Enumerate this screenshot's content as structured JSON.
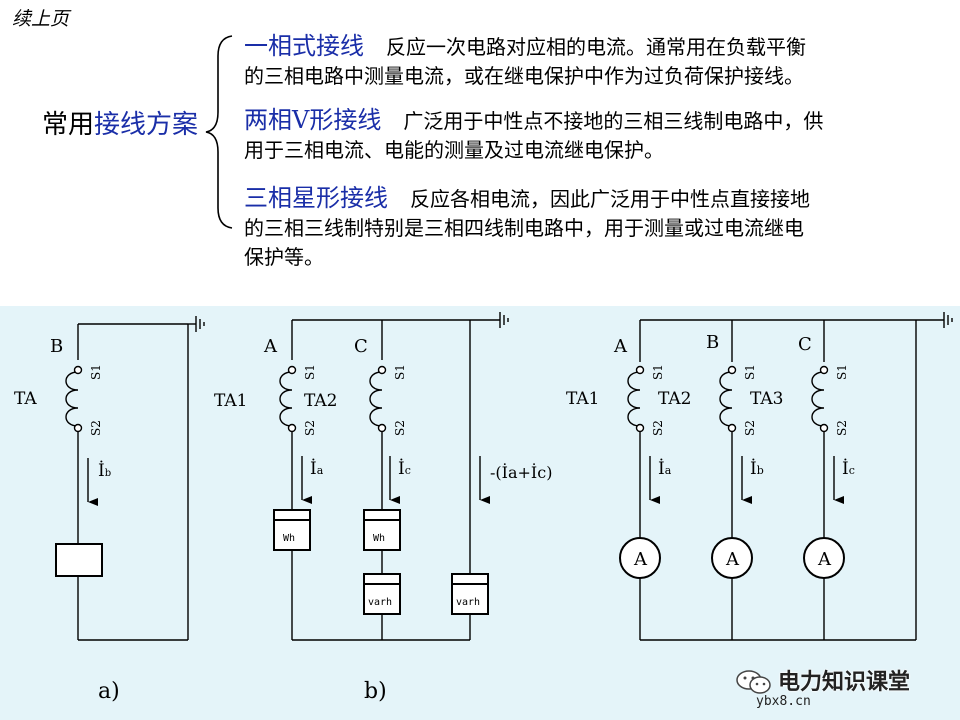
{
  "continued": "续上页",
  "heading": {
    "prefix": "常用",
    "highlight": "接线方案"
  },
  "schemes": [
    {
      "name": "一相式接线",
      "line1": "反应一次电路对应相的电流。通常用在负载平衡",
      "line2": "的三相电路中测量电流，或在继电保护中作为过负荷保护接线。"
    },
    {
      "name": "两相V形接线",
      "line1": "广泛用于中性点不接地的三相三线制电路中，供",
      "line2": "用于三相电流、电能的测量及过电流继电保护。"
    },
    {
      "name": "三相星形接线",
      "line1": "反应各相电流，因此广泛用于中性点直接接地",
      "line2": "的三相三线制特别是三相四线制电路中，用于测量或过电流继电",
      "line3": "保护等。"
    }
  ],
  "diagram": {
    "a": {
      "caption": "a)",
      "phase": "B",
      "ct": "TA",
      "s1": "S1",
      "s2": "S2",
      "current": "İ",
      "current_sub": "b"
    },
    "b": {
      "caption": "b)",
      "phase_a": "A",
      "phase_c": "C",
      "ct1": "TA1",
      "ct2": "TA2",
      "s1": "S1",
      "s2": "S2",
      "ia": "İ",
      "ia_sub": "a",
      "ic": "İ",
      "ic_sub": "c",
      "neutral": "-(İa+İc)",
      "meter_wh": "Wh",
      "meter_varh": "varh"
    },
    "c": {
      "phase_a": "A",
      "phase_b": "B",
      "phase_c": "C",
      "ct1": "TA1",
      "ct2": "TA2",
      "ct3": "TA3",
      "s1": "S1",
      "s2": "S2",
      "ia": "İ",
      "ia_sub": "a",
      "ib": "İ",
      "ib_sub": "b",
      "ic": "İ",
      "ic_sub": "c",
      "ammeter": "A"
    }
  },
  "watermark": {
    "text": "电力知识课堂",
    "url": "ybx8.cn"
  },
  "colors": {
    "blue": "#1a2ea8",
    "diagram_bg": "#e4f4f9",
    "line": "#000000"
  }
}
